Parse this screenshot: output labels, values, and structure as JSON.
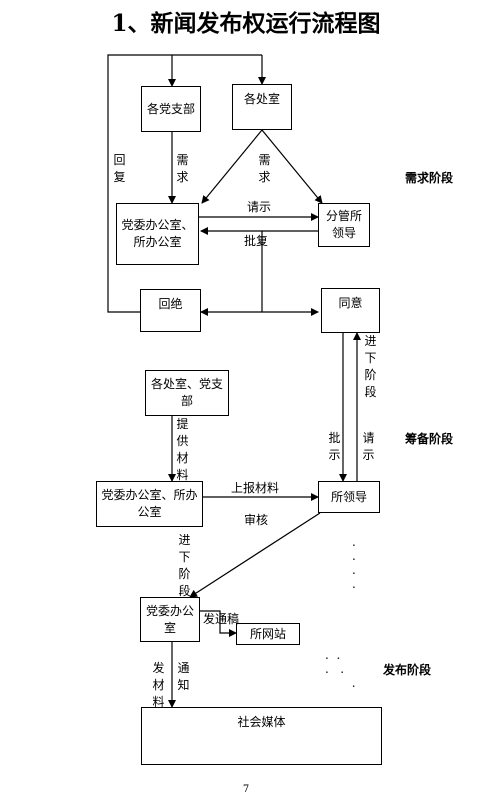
{
  "title": "1、新闻发布权运行流程图",
  "boxes": {
    "party_branches": "各党支部",
    "departments": "各处室",
    "office": "党委办公室、所办公室",
    "leader_in_charge": "分管所领导",
    "reject": "回绝",
    "agree": "同意",
    "departments_branches": "各处室、党支部",
    "office2": "党委办公室、所办公室",
    "institute_leader": "所领导",
    "party_office": "党委办公室",
    "website": "所网站",
    "social_media": "社会媒体"
  },
  "labels": {
    "reply": "回复",
    "demand_left": "需求",
    "demand_right": "需求",
    "request": "请示",
    "approve": "批复",
    "next_stage_1": "进下阶段",
    "instruct": "批示",
    "request2": "请示",
    "provide_materials": "提供材料",
    "submit_materials": "上报材料",
    "review": "审核",
    "next_stage_2": "进下阶段",
    "send_draft": "发通稿",
    "send_materials": "发材料",
    "notify": "通知"
  },
  "stages": {
    "demand": "需求阶段",
    "prepare": "筹备阶段",
    "publish": "发布阶段"
  },
  "page_number": "7"
}
